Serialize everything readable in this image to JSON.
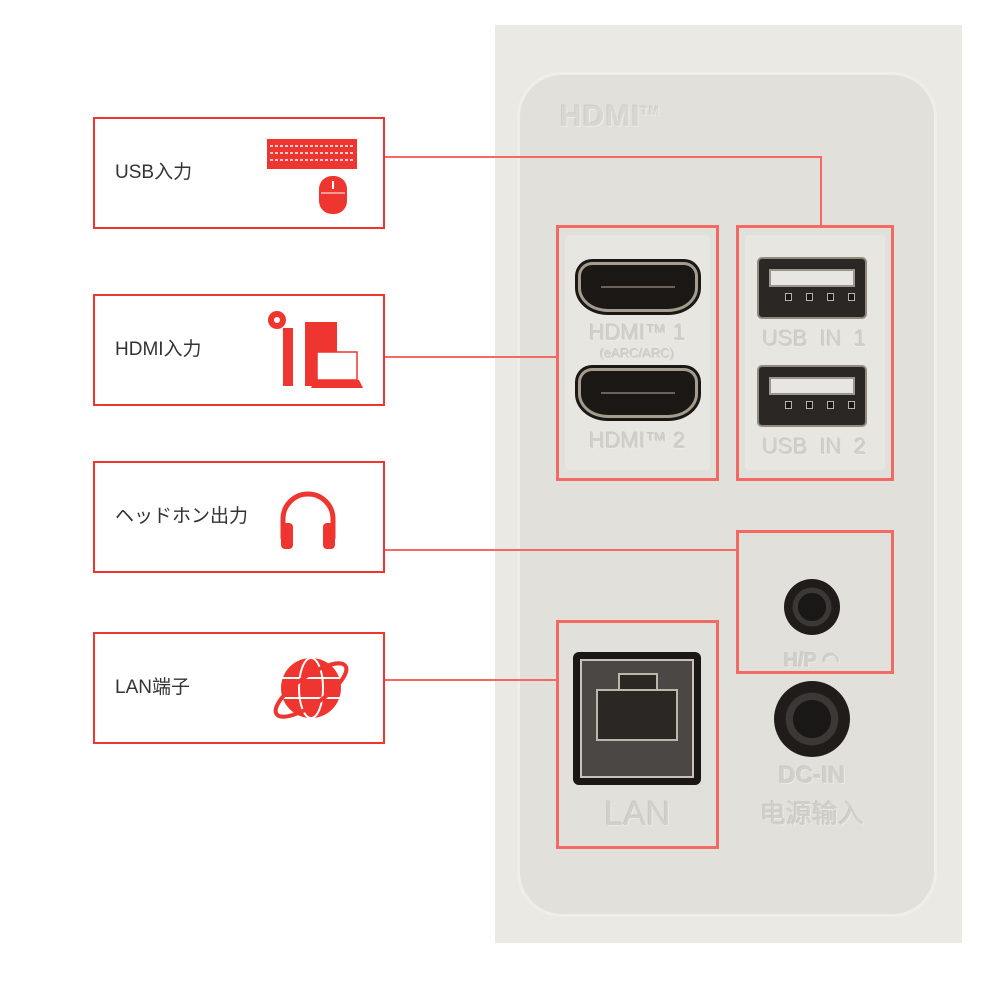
{
  "callouts": [
    {
      "label": "USB入力",
      "icon": "keyboard-mouse-icon"
    },
    {
      "label": "HDMI入力",
      "icon": "pc-laptop-icon"
    },
    {
      "label": "ヘッドホン出力",
      "icon": "headphones-icon"
    },
    {
      "label": "LAN端子",
      "icon": "globe-network-icon"
    }
  ],
  "panel": {
    "logo": "HDMI",
    "logo_tm": "TM",
    "hdmi1": "HDMI™ 1",
    "hdmi1_sub": "(eARC/ARC)",
    "hdmi2": "HDMI™ 2",
    "usb1": "USB  IN  1",
    "usb2": "USB  IN  2",
    "hp": "H/P",
    "dc": "DC-IN",
    "dc_sub": "电源输入",
    "lan": "LAN"
  },
  "colors": {
    "accent": "#ee3530",
    "highlight": "#f26a63"
  }
}
